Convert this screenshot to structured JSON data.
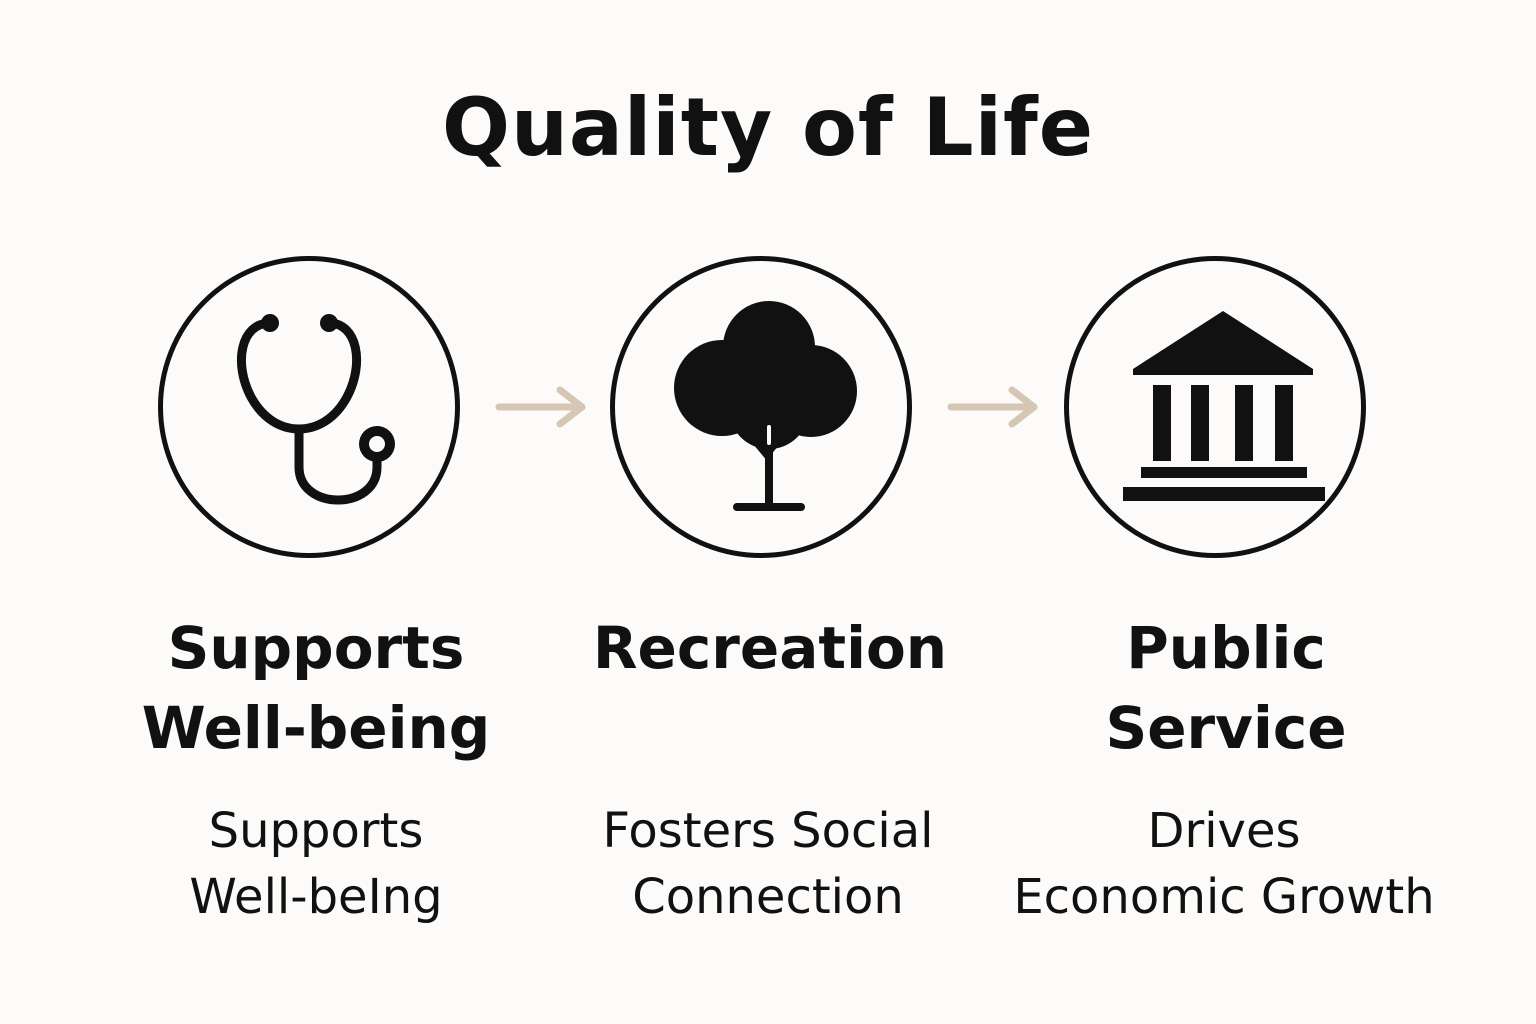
{
  "title": "Quality of Life",
  "colors": {
    "ink": "#111111",
    "arrow": "#d6c7b4",
    "background": "#fcfbf9"
  },
  "steps": [
    {
      "icon": "stethoscope-icon",
      "heading": [
        "Supports",
        "Well-being"
      ],
      "description": [
        "Supports",
        "Well-beIng"
      ]
    },
    {
      "icon": "tree-icon",
      "heading": [
        "Recreation"
      ],
      "description": [
        "Fosters Social",
        "Connection"
      ]
    },
    {
      "icon": "government-building-icon",
      "heading": [
        "Public",
        "Service"
      ],
      "description": [
        "Drives",
        "Economic Growth"
      ]
    }
  ]
}
